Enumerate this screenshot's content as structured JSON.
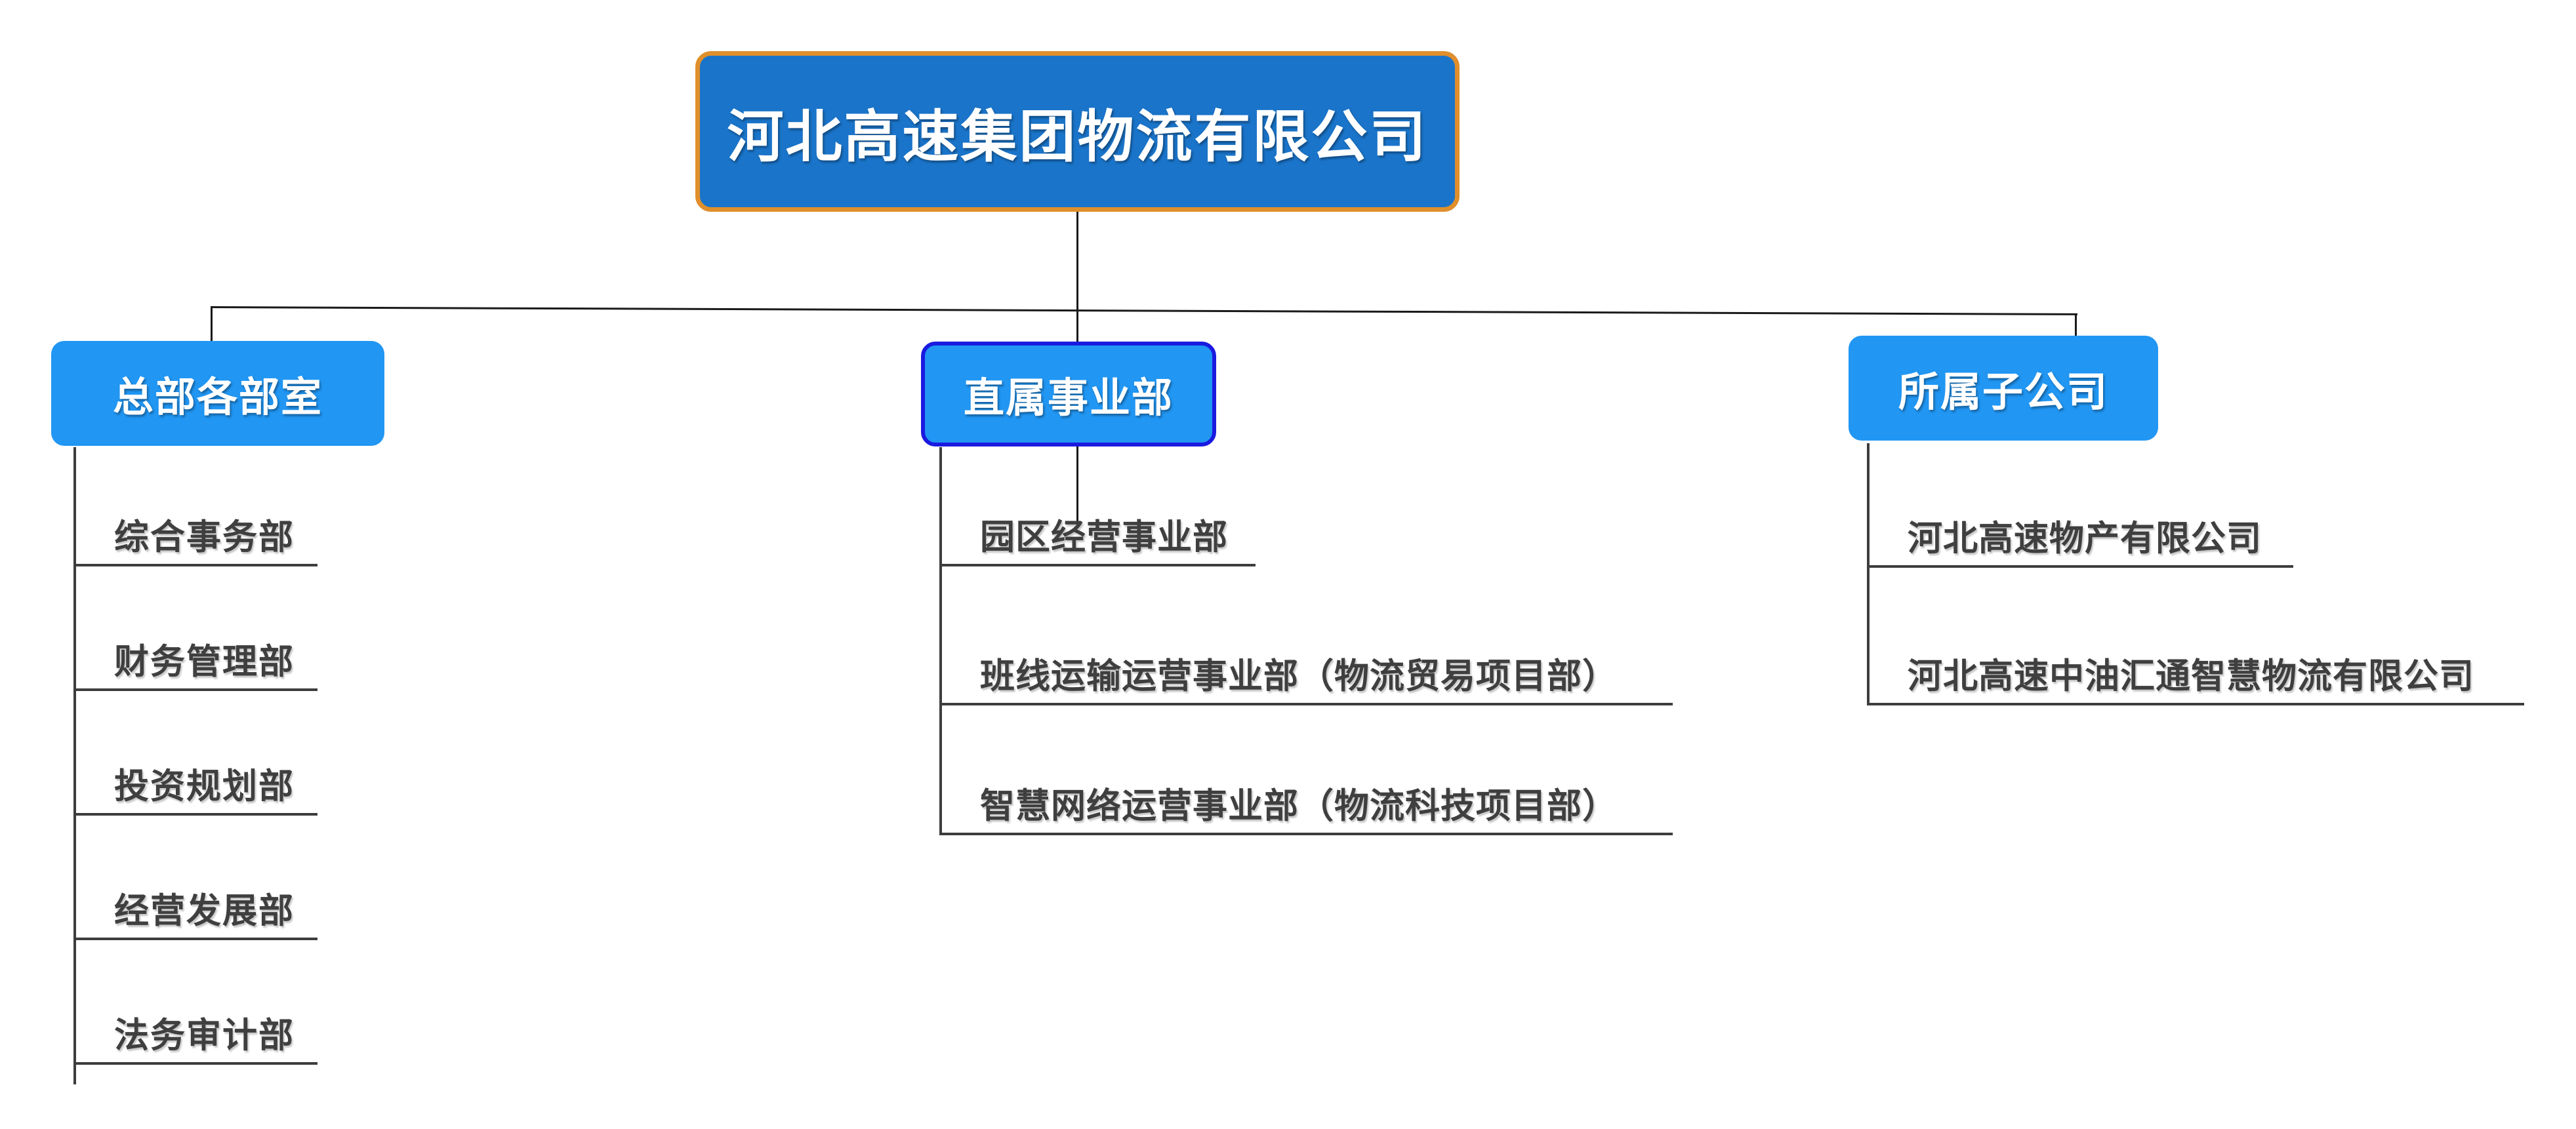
{
  "diagram": {
    "title": "河北高速集团物流有限公司",
    "type": "organization-chart",
    "background_color": "#ffffff",
    "root": {
      "label": "河北高速集团物流有限公司",
      "fill_color": "#1a74c9",
      "border_color": "#e08f2c",
      "text_color": "#ffffff"
    },
    "branches": [
      {
        "label": "总部各部室",
        "fill_color": "#2196f3",
        "border_color": "none",
        "text_color": "#ffffff",
        "children": [
          {
            "label": "综合事务部"
          },
          {
            "label": "财务管理部"
          },
          {
            "label": "投资规划部"
          },
          {
            "label": "经营发展部"
          },
          {
            "label": "法务审计部"
          }
        ]
      },
      {
        "label": "直属事业部",
        "fill_color": "#2196f3",
        "border_color": "#1a1ae0",
        "text_color": "#ffffff",
        "children": [
          {
            "label": "园区经营事业部"
          },
          {
            "label": "班线运输运营事业部（物流贸易项目部）"
          },
          {
            "label": "智慧网络运营事业部（物流科技项目部）"
          }
        ]
      },
      {
        "label": "所属子公司",
        "fill_color": "#2196f3",
        "border_color": "none",
        "text_color": "#ffffff",
        "children": [
          {
            "label": "河北高速物产有限公司"
          },
          {
            "label": "河北高速中油汇通智慧物流有限公司"
          }
        ]
      }
    ],
    "connector_color": "#1a1a1a",
    "leaf_line_color": "#3d3d3d",
    "leaf_text_color": "#3f3f3f"
  }
}
